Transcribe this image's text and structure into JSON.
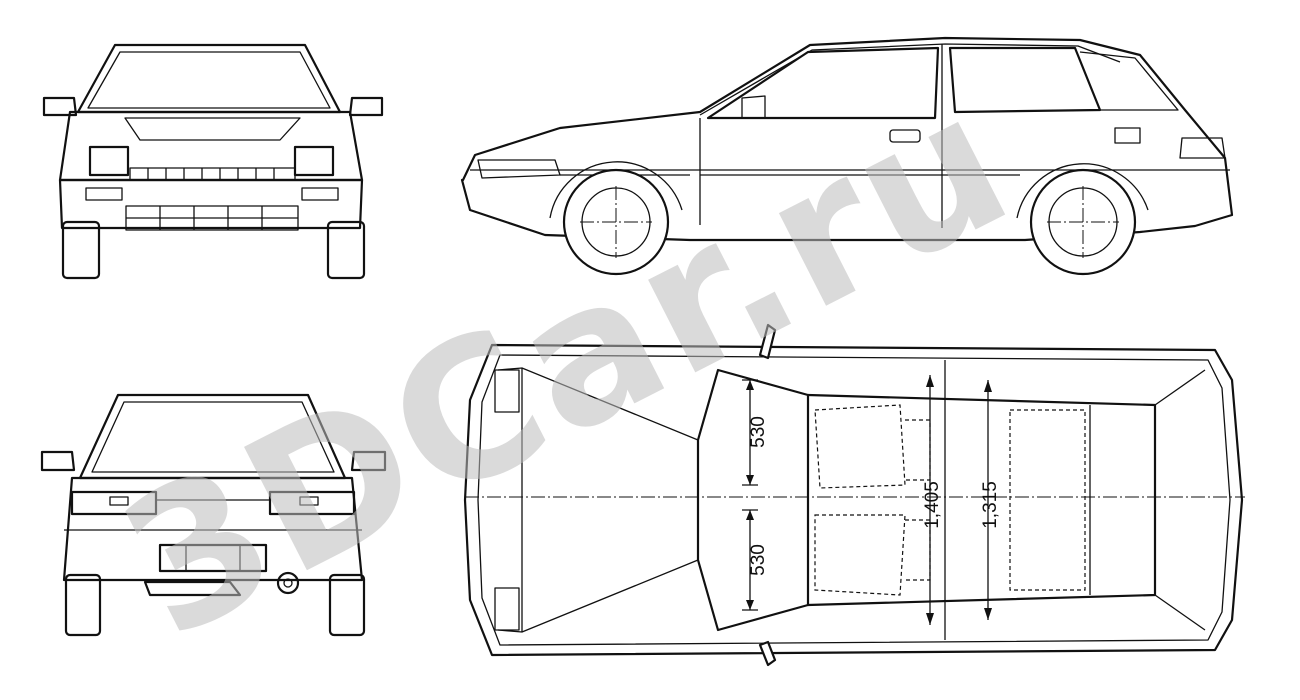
{
  "watermark": "3DCar.ru",
  "dimensions": {
    "front_seat_upper": "530",
    "front_seat_lower": "530",
    "front_width": "1,405",
    "rear_width": "1,315"
  }
}
